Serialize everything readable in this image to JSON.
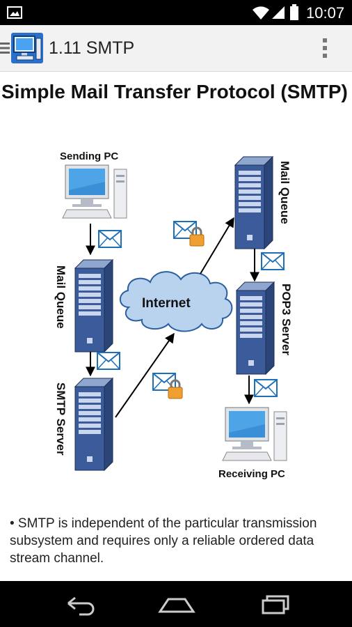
{
  "status_bar": {
    "time": "10:07",
    "icons": [
      "gallery-icon",
      "wifi-icon",
      "signal-icon",
      "battery-icon"
    ]
  },
  "action_bar": {
    "title": "1.11 SMTP",
    "icons": [
      "drawer-icon",
      "app-icon",
      "overflow-menu-icon"
    ]
  },
  "content": {
    "heading": "Simple Mail Transfer Protocol (SMTP)",
    "diagram": {
      "labels": {
        "sending_pc": "Sending PC",
        "mail_queue_left": "Mail Queue",
        "smtp_server": "SMTP Server",
        "internet": "Internet",
        "mail_queue_right": "Mail Queue",
        "pop3_server": "POP3 Server",
        "receiving_pc": "Receiving PC"
      }
    },
    "bullet": "• SMTP is independent of the particular transmission subsystem and requires only a reliable ordered data stream channel."
  },
  "nav_bar": {
    "buttons": [
      "back-icon",
      "home-icon",
      "recents-icon"
    ]
  },
  "colors": {
    "status_bar": "#000000",
    "action_bar": "#f2f2f2",
    "server_blue": "#3b5b9a",
    "cloud_blue": "#b9d3ee",
    "lock_orange": "#f0a030",
    "nav_bar": "#000000"
  }
}
